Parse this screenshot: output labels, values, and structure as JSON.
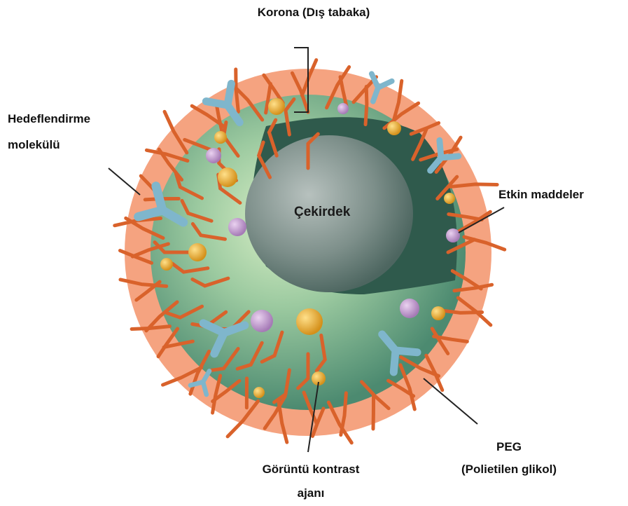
{
  "labels": {
    "corona": "Korona (Dış tabaka)",
    "targeting_line1": "Hedeflendirme",
    "targeting_line2": "molekülü",
    "core": "Çekirdek",
    "active_agents": "Etkin maddeler",
    "contrast_line1": "Görüntü kontrast",
    "contrast_line2": "ajanı",
    "peg_line1": "PEG",
    "peg_line2": "(Polietilen glikol)"
  },
  "colors": {
    "corona": "#f08a5d",
    "shell": "#5f9a7e",
    "shell_light": "#c9e6b8",
    "core_dark": "#2f5a4c",
    "core": "#8a9a96",
    "peg_strand": "#d9622b",
    "antibody": "#7fb6cc",
    "gold_particle": "#e0a52a",
    "purple_particle": "#b58bc2"
  },
  "icons": {
    "antibody": "y-shaped-antibody-icon",
    "gold_particle": "gold-sphere-icon",
    "purple_particle": "purple-sphere-icon"
  }
}
